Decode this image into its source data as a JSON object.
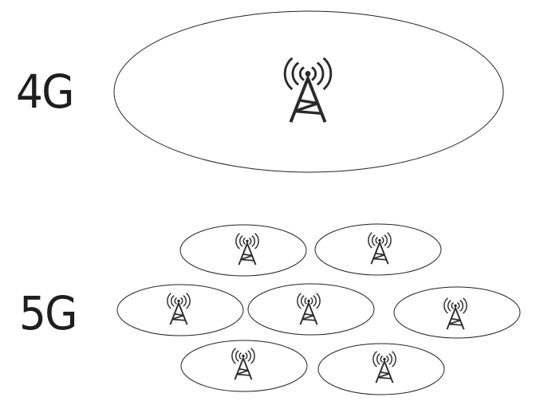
{
  "labels": {
    "four_g": "4G",
    "five_g": "5G"
  },
  "diagram": {
    "four_g_cells": 1,
    "five_g_cells": 7,
    "icon": "cell-tower-icon",
    "stroke_color": "#2a2a2a"
  }
}
